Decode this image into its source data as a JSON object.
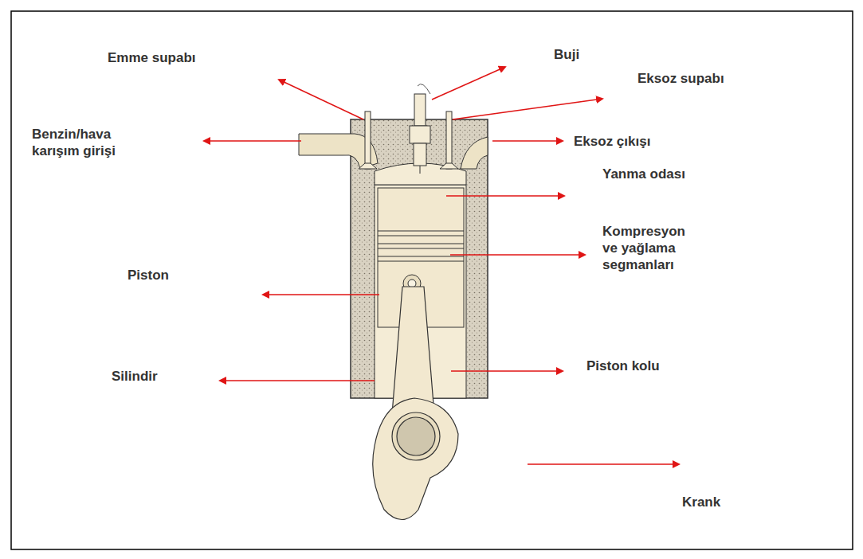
{
  "diagram": {
    "labels": [
      "Emme supabı",
      "Buji",
      "Eksoz supabı",
      "Benzin/hava karışım girişi",
      "Eksoz çıkışı",
      "Yanma odası",
      "Kompresyon ve yağlama segmanları",
      "Piston",
      "Silindir",
      "Piston kolu",
      "Krank"
    ]
  }
}
